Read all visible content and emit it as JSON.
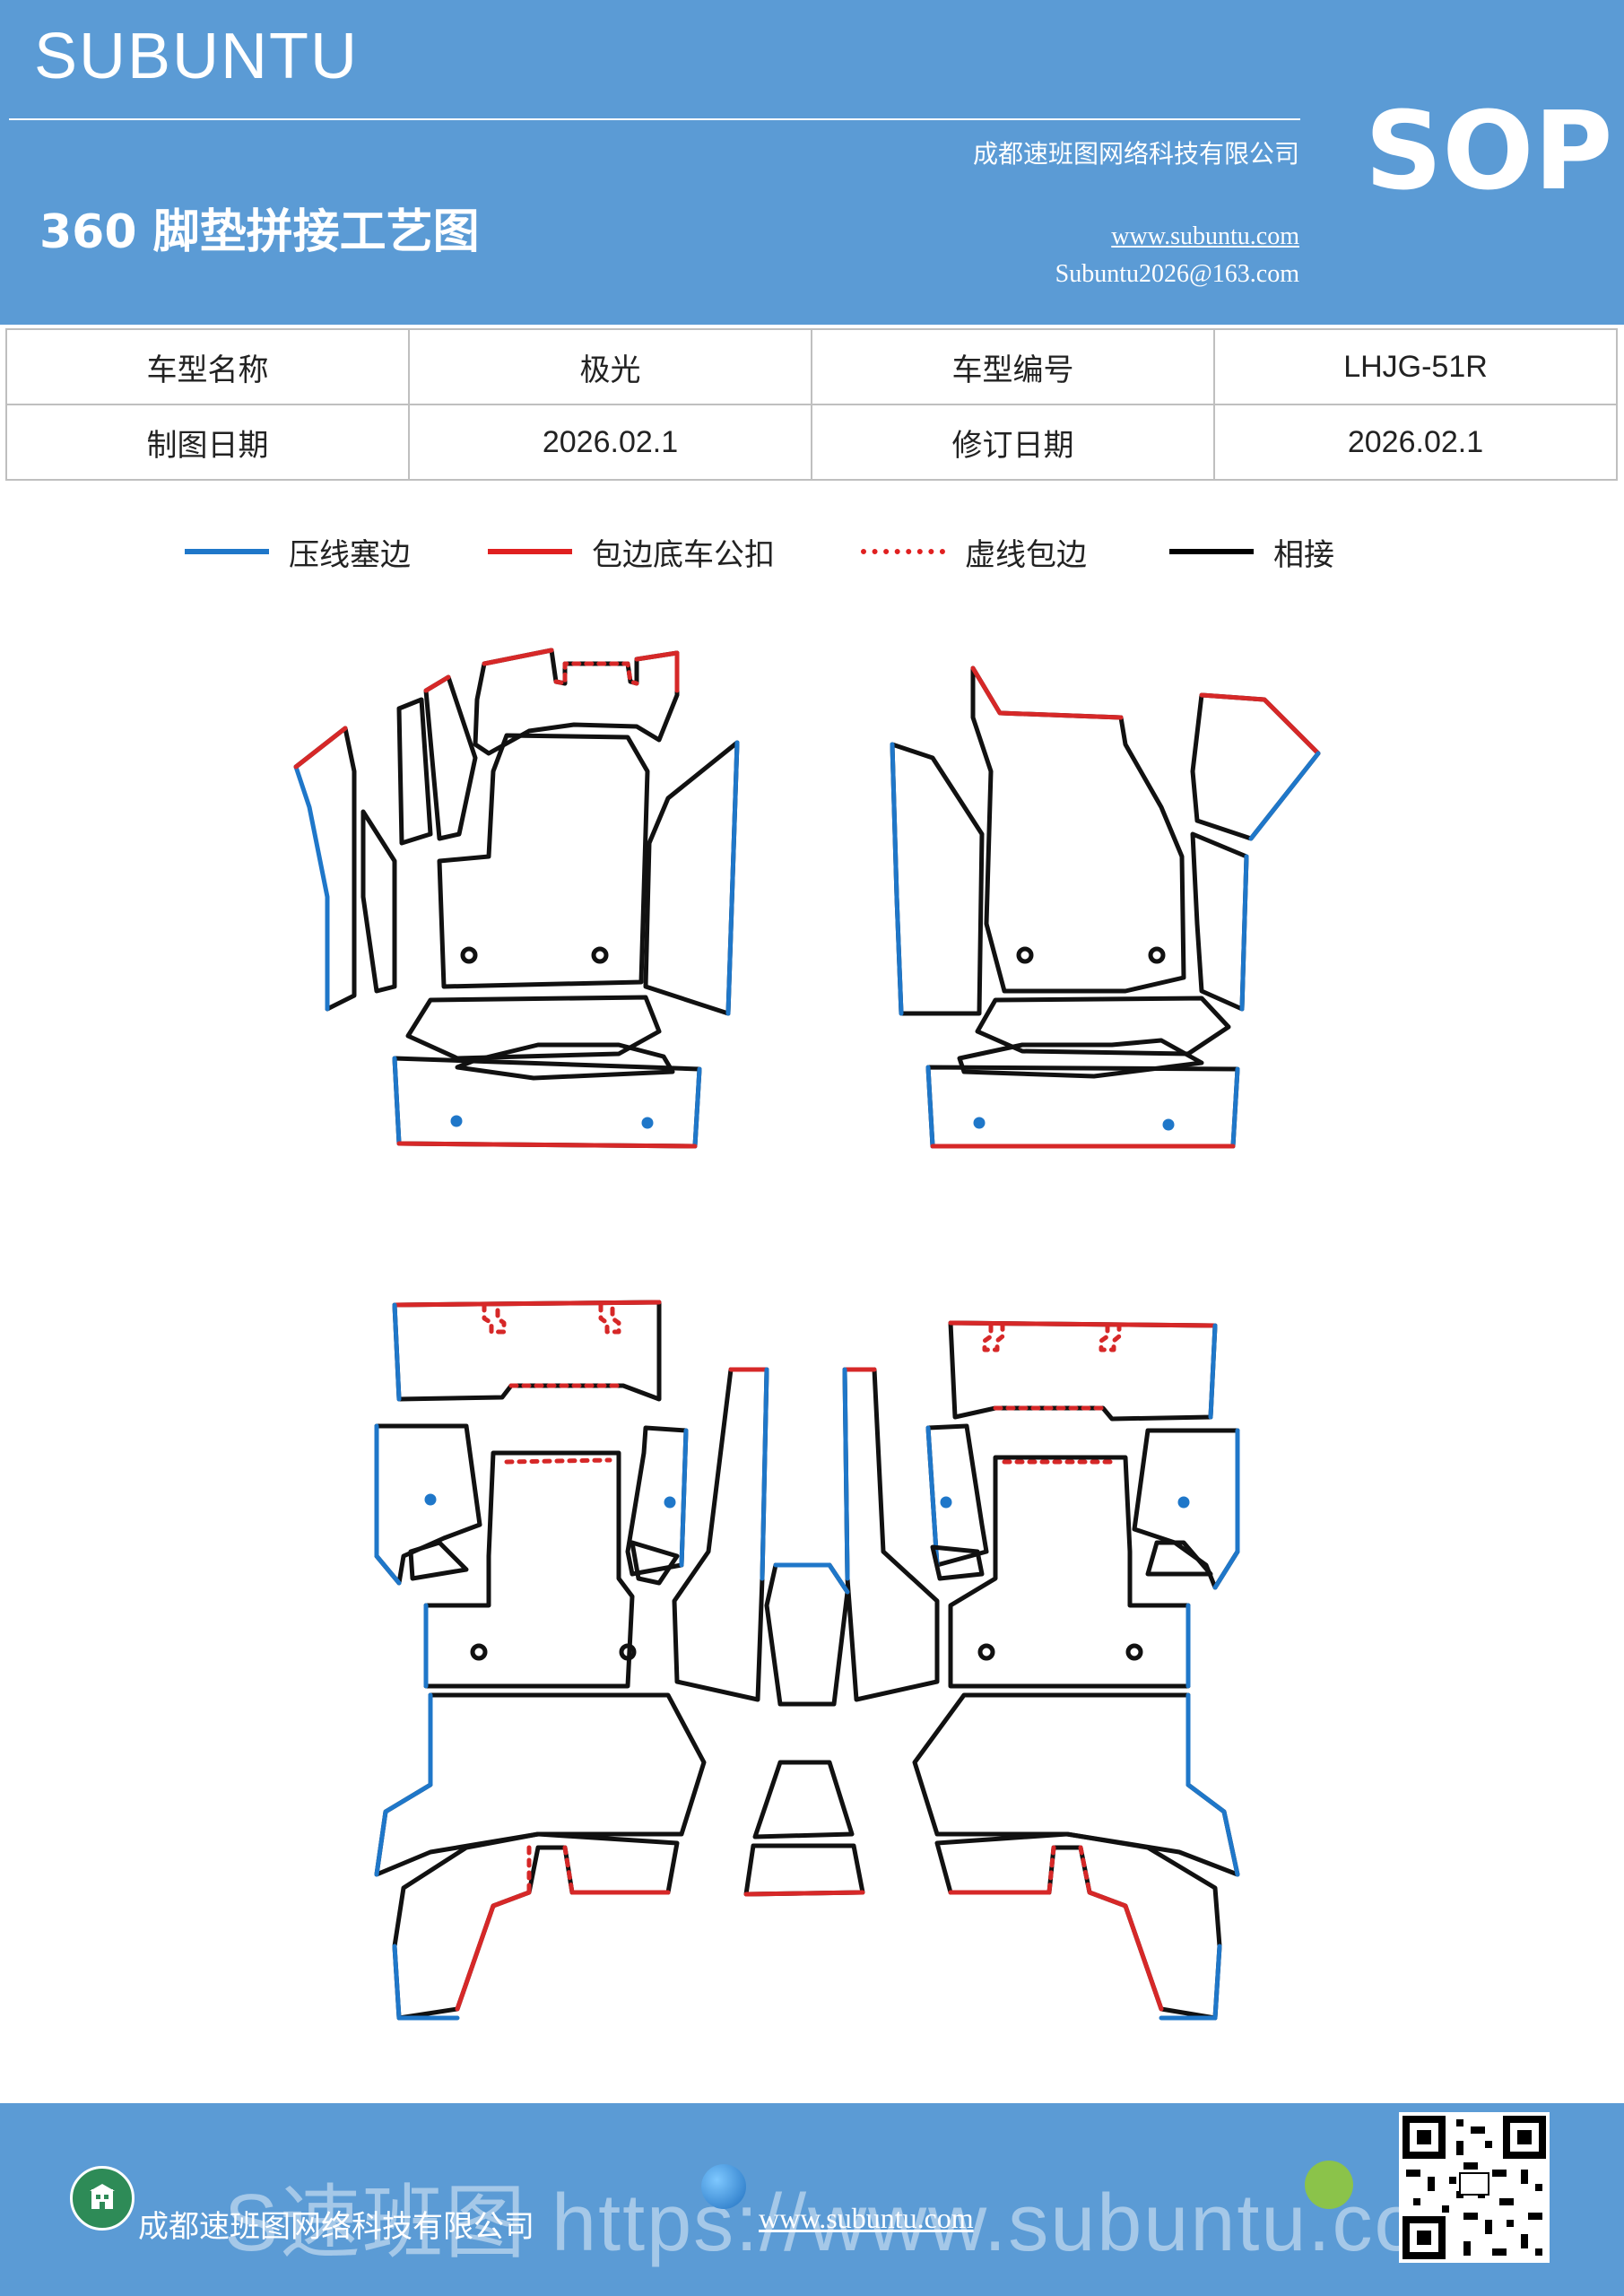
{
  "header": {
    "brand": "SUBUNTU",
    "company": "成都速班图网络科技有限公司",
    "title": "360 脚垫拼接工艺图",
    "website": "www.subuntu.com",
    "email": "Subuntu2026@163.com",
    "badge": "SOP"
  },
  "info_table": {
    "rows": [
      [
        "车型名称",
        "极光",
        "车型编号",
        "LHJG-51R"
      ],
      [
        "制图日期",
        "2026.02.1",
        "修订日期",
        "2026.02.1"
      ]
    ]
  },
  "legend": [
    {
      "label": "压线塞边",
      "color": "#1f77c9",
      "style": "solid"
    },
    {
      "label": "包边底车公扣",
      "color": "#e02020",
      "style": "solid"
    },
    {
      "label": "虚线包边",
      "color": "#e02020",
      "style": "dotted"
    },
    {
      "label": "相接",
      "color": "#000000",
      "style": "solid"
    }
  ],
  "colors": {
    "brand_blue": "#5b9bd5",
    "edge_blue": "#1f77c9",
    "edge_red": "#d62828",
    "edge_black": "#111111"
  },
  "footer": {
    "company": "成都速班图网络科技有限公司",
    "website": "www.subuntu.com",
    "watermark": "S速班图 https://www.subuntu.com",
    "icons": [
      "building-icon",
      "globe-icon",
      "wechat-icon",
      "qr-code-icon"
    ]
  }
}
